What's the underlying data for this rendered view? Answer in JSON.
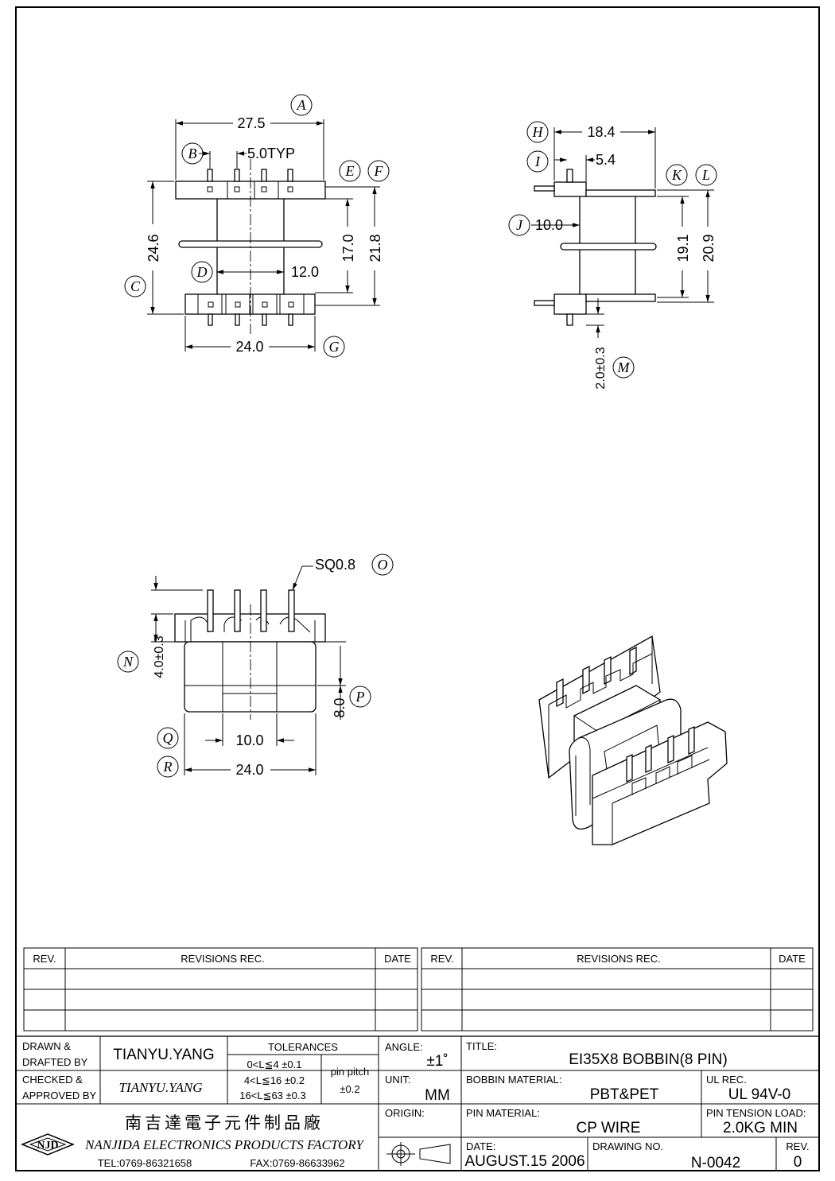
{
  "drawing": {
    "front_view": {
      "dim_A": "27.5",
      "dim_B": "5.0TYP",
      "dim_C": "24.6",
      "dim_D": "12.0",
      "dim_EF_inner": "17.0",
      "dim_EF_outer": "21.8",
      "dim_G": "24.0"
    },
    "side_view": {
      "dim_H": "18.4",
      "dim_I": "5.4",
      "dim_J": "10.0",
      "dim_KL_inner": "19.1",
      "dim_KL_outer": "20.9",
      "dim_M": "2.0±0.3"
    },
    "bottom_view": {
      "dim_O": "SQ0.8",
      "dim_N": "4.0±0.3",
      "dim_P": "8.0",
      "dim_Q": "10.0",
      "dim_R": "24.0"
    },
    "balloons": [
      "A",
      "B",
      "C",
      "D",
      "E",
      "F",
      "G",
      "H",
      "I",
      "J",
      "K",
      "L",
      "M",
      "N",
      "O",
      "P",
      "Q",
      "R"
    ]
  },
  "revisions": {
    "headers": {
      "rev": "REV.",
      "rec": "REVISIONS   REC.",
      "date": "DATE"
    }
  },
  "title_block": {
    "drawn_label_1": "DRAWN &",
    "drawn_label_2": "DRAFTED BY",
    "drawn_by": "TIANYU.YANG",
    "checked_label_1": "CHECKED &",
    "checked_label_2": "APPROVED BY",
    "checked_by": "TIANYU.YANG",
    "tolerances_label": "TOLERANCES",
    "tol_rows": [
      "0<L≦4    ±0.1",
      "4<L≦16  ±0.2",
      "16<L≦63  ±0.3"
    ],
    "pin_pitch_label": "pin pitch",
    "pin_pitch_value": "±0.2",
    "angle_label": "ANGLE:",
    "angle_value": "±1˚",
    "unit_label": "UNIT:",
    "unit_value": "MM",
    "origin_label": "ORIGIN:",
    "title_label": "TITLE:",
    "title_value": "EI35X8  BOBBIN(8  PIN)",
    "bobbin_material_label": "BOBBIN  MATERIAL:",
    "bobbin_material_value": "PBT&PET",
    "ul_label": "UL  REC.",
    "ul_value": "UL  94V-0",
    "pin_material_label": "PIN  MATERIAL:",
    "pin_material_value": "CP  WIRE",
    "pin_tension_label": "PIN  TENSION  LOAD:",
    "pin_tension_value": "2.0KG    MIN",
    "date_label": "DATE:",
    "date_value": "AUGUST.15  2006",
    "drawing_no_label": "DRAWING  NO.",
    "drawing_no_value": "N-0042",
    "rev_label": "REV.",
    "rev_value": "0",
    "company_cn": "南吉達電子元件制品廠",
    "company_en": "NANJIDA  ELECTRONICS  PRODUCTS  FACTORY",
    "logo_text": "NJD",
    "tel": "TEL:0769-86321658",
    "fax": "FAX:0769-86633962"
  }
}
